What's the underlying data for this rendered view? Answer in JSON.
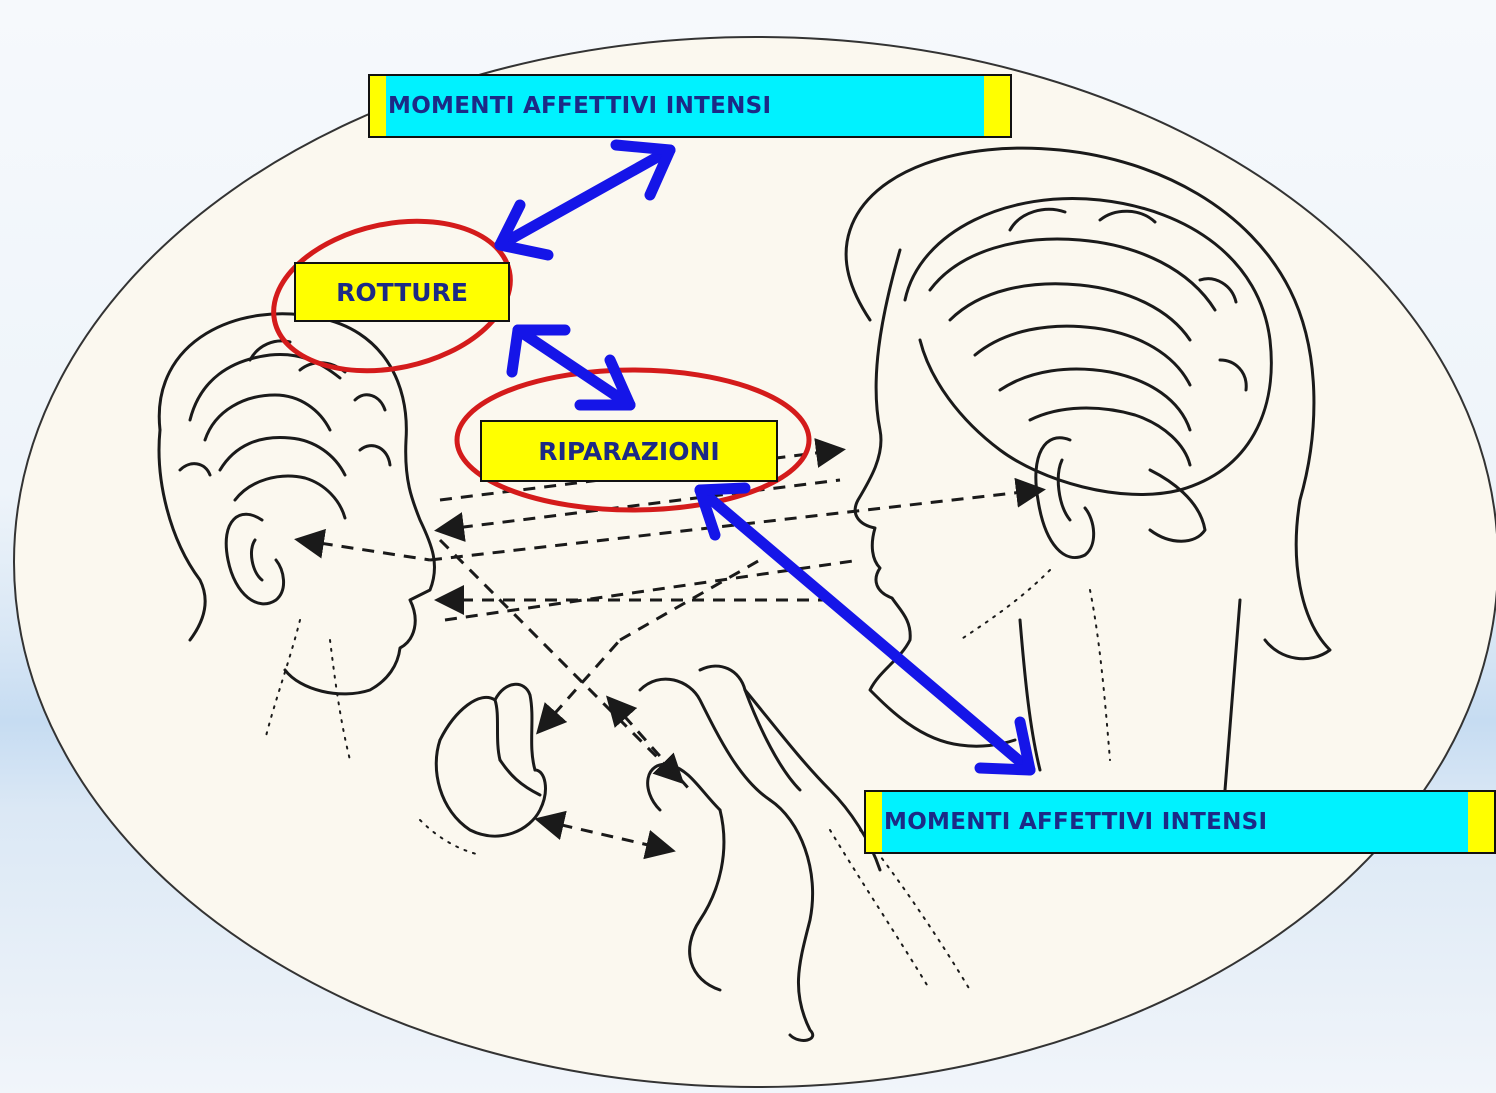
{
  "labels": {
    "top": "MOMENTI AFFETTIVI INTENSI",
    "rotture": "ROTTURE",
    "riparazioni": "RIPARAZIONI",
    "bottom": "MOMENTI AFFETTIVI INTENSI"
  },
  "colors": {
    "arrow": "#1515e8",
    "circle": "#d41b1b",
    "label_fill": "#ffff00",
    "label_highlight": "#00f2ff",
    "label_text": "#1c2a86",
    "oval_fill": "#fbf8ef",
    "sketch_ink": "#1a1a1a"
  },
  "illustration": {
    "subject": "line drawing of infant and adult heads with visible brains facing each other, hands reaching, dashed arrows of gaze and sound between them"
  }
}
